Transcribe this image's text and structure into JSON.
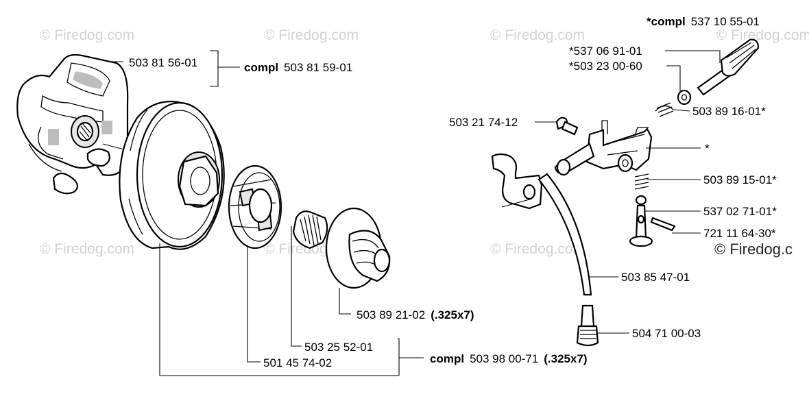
{
  "watermark": {
    "text": "© Firedog.com",
    "text_partial": "© Firedog.c"
  },
  "clutch": {
    "part_no": "503 81 56-01",
    "compl_word": "compl",
    "compl_no": "503 81 59-01"
  },
  "drum": {
    "rim_no": "503 89 21-02",
    "rim_spec": "(.325x7)",
    "bearing_no": "503 25 52-01",
    "drum_no": "501 45 74-02",
    "compl_word": "compl",
    "compl_no": "503 98 00-71",
    "compl_spec": "(.325x7)"
  },
  "oil_pump": {
    "compl_prefix": "*compl",
    "compl_no": "537 10 55-01",
    "labels": {
      "shaft": "*537 06 91-01",
      "washer": "*503 23 00-60",
      "spring_top": "503 89 16-01*",
      "screw": "503 21 74-12",
      "housing": "*",
      "spring_mid": "503 89 15-01*",
      "piston": "537 02 71-01*",
      "pin": "721 11 64-30*",
      "hose": "503 85 47-01",
      "filter": "504 71 00-03"
    }
  }
}
